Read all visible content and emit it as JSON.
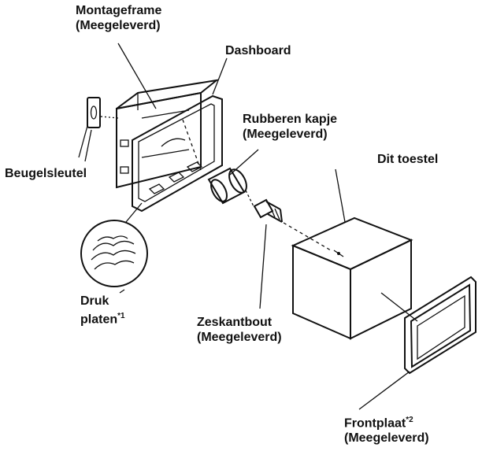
{
  "labels": {
    "montageframe": {
      "line1": "Montageframe",
      "line2": "(Meegeleverd)"
    },
    "dashboard": "Dashboard",
    "rubberen_kapje": {
      "line1": "Rubberen kapje",
      "line2": "(Meegeleverd)"
    },
    "dit_toestel": "Dit toestel",
    "beugelsleutel": "Beugelsleutel",
    "druk_platen": {
      "line1": "Druk",
      "line2": "platen",
      "note": "*1"
    },
    "zeskantbout": {
      "line1": "Zeskantbout",
      "line2": "(Meegeleverd)"
    },
    "frontplaat": {
      "line1": "Frontplaat",
      "note": "*2",
      "line2": "(Meegeleverd)"
    }
  },
  "colors": {
    "line": "#111111",
    "background": "#ffffff"
  }
}
